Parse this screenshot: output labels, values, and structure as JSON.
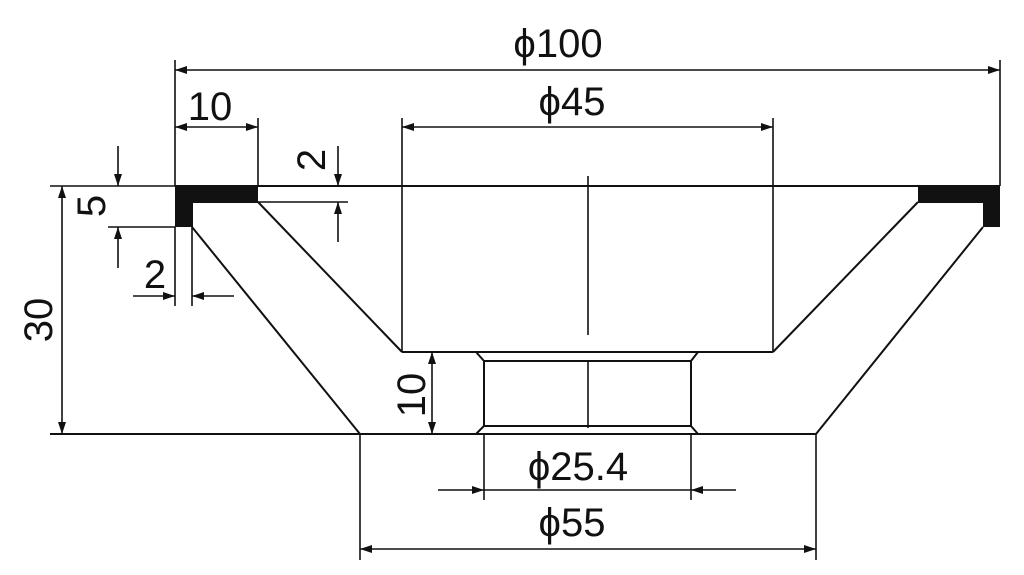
{
  "drawing": {
    "dims": {
      "phi100": "ϕ100",
      "phi45": "ϕ45",
      "phi25_4": "ϕ25.4",
      "phi55": "ϕ55",
      "w10": "10",
      "h2": "2",
      "h5": "5",
      "w2": "2",
      "h30": "30",
      "h10": "10"
    },
    "colors": {
      "line": "#111111",
      "abrasive_segment": "#111111",
      "background": "#ffffff"
    }
  }
}
